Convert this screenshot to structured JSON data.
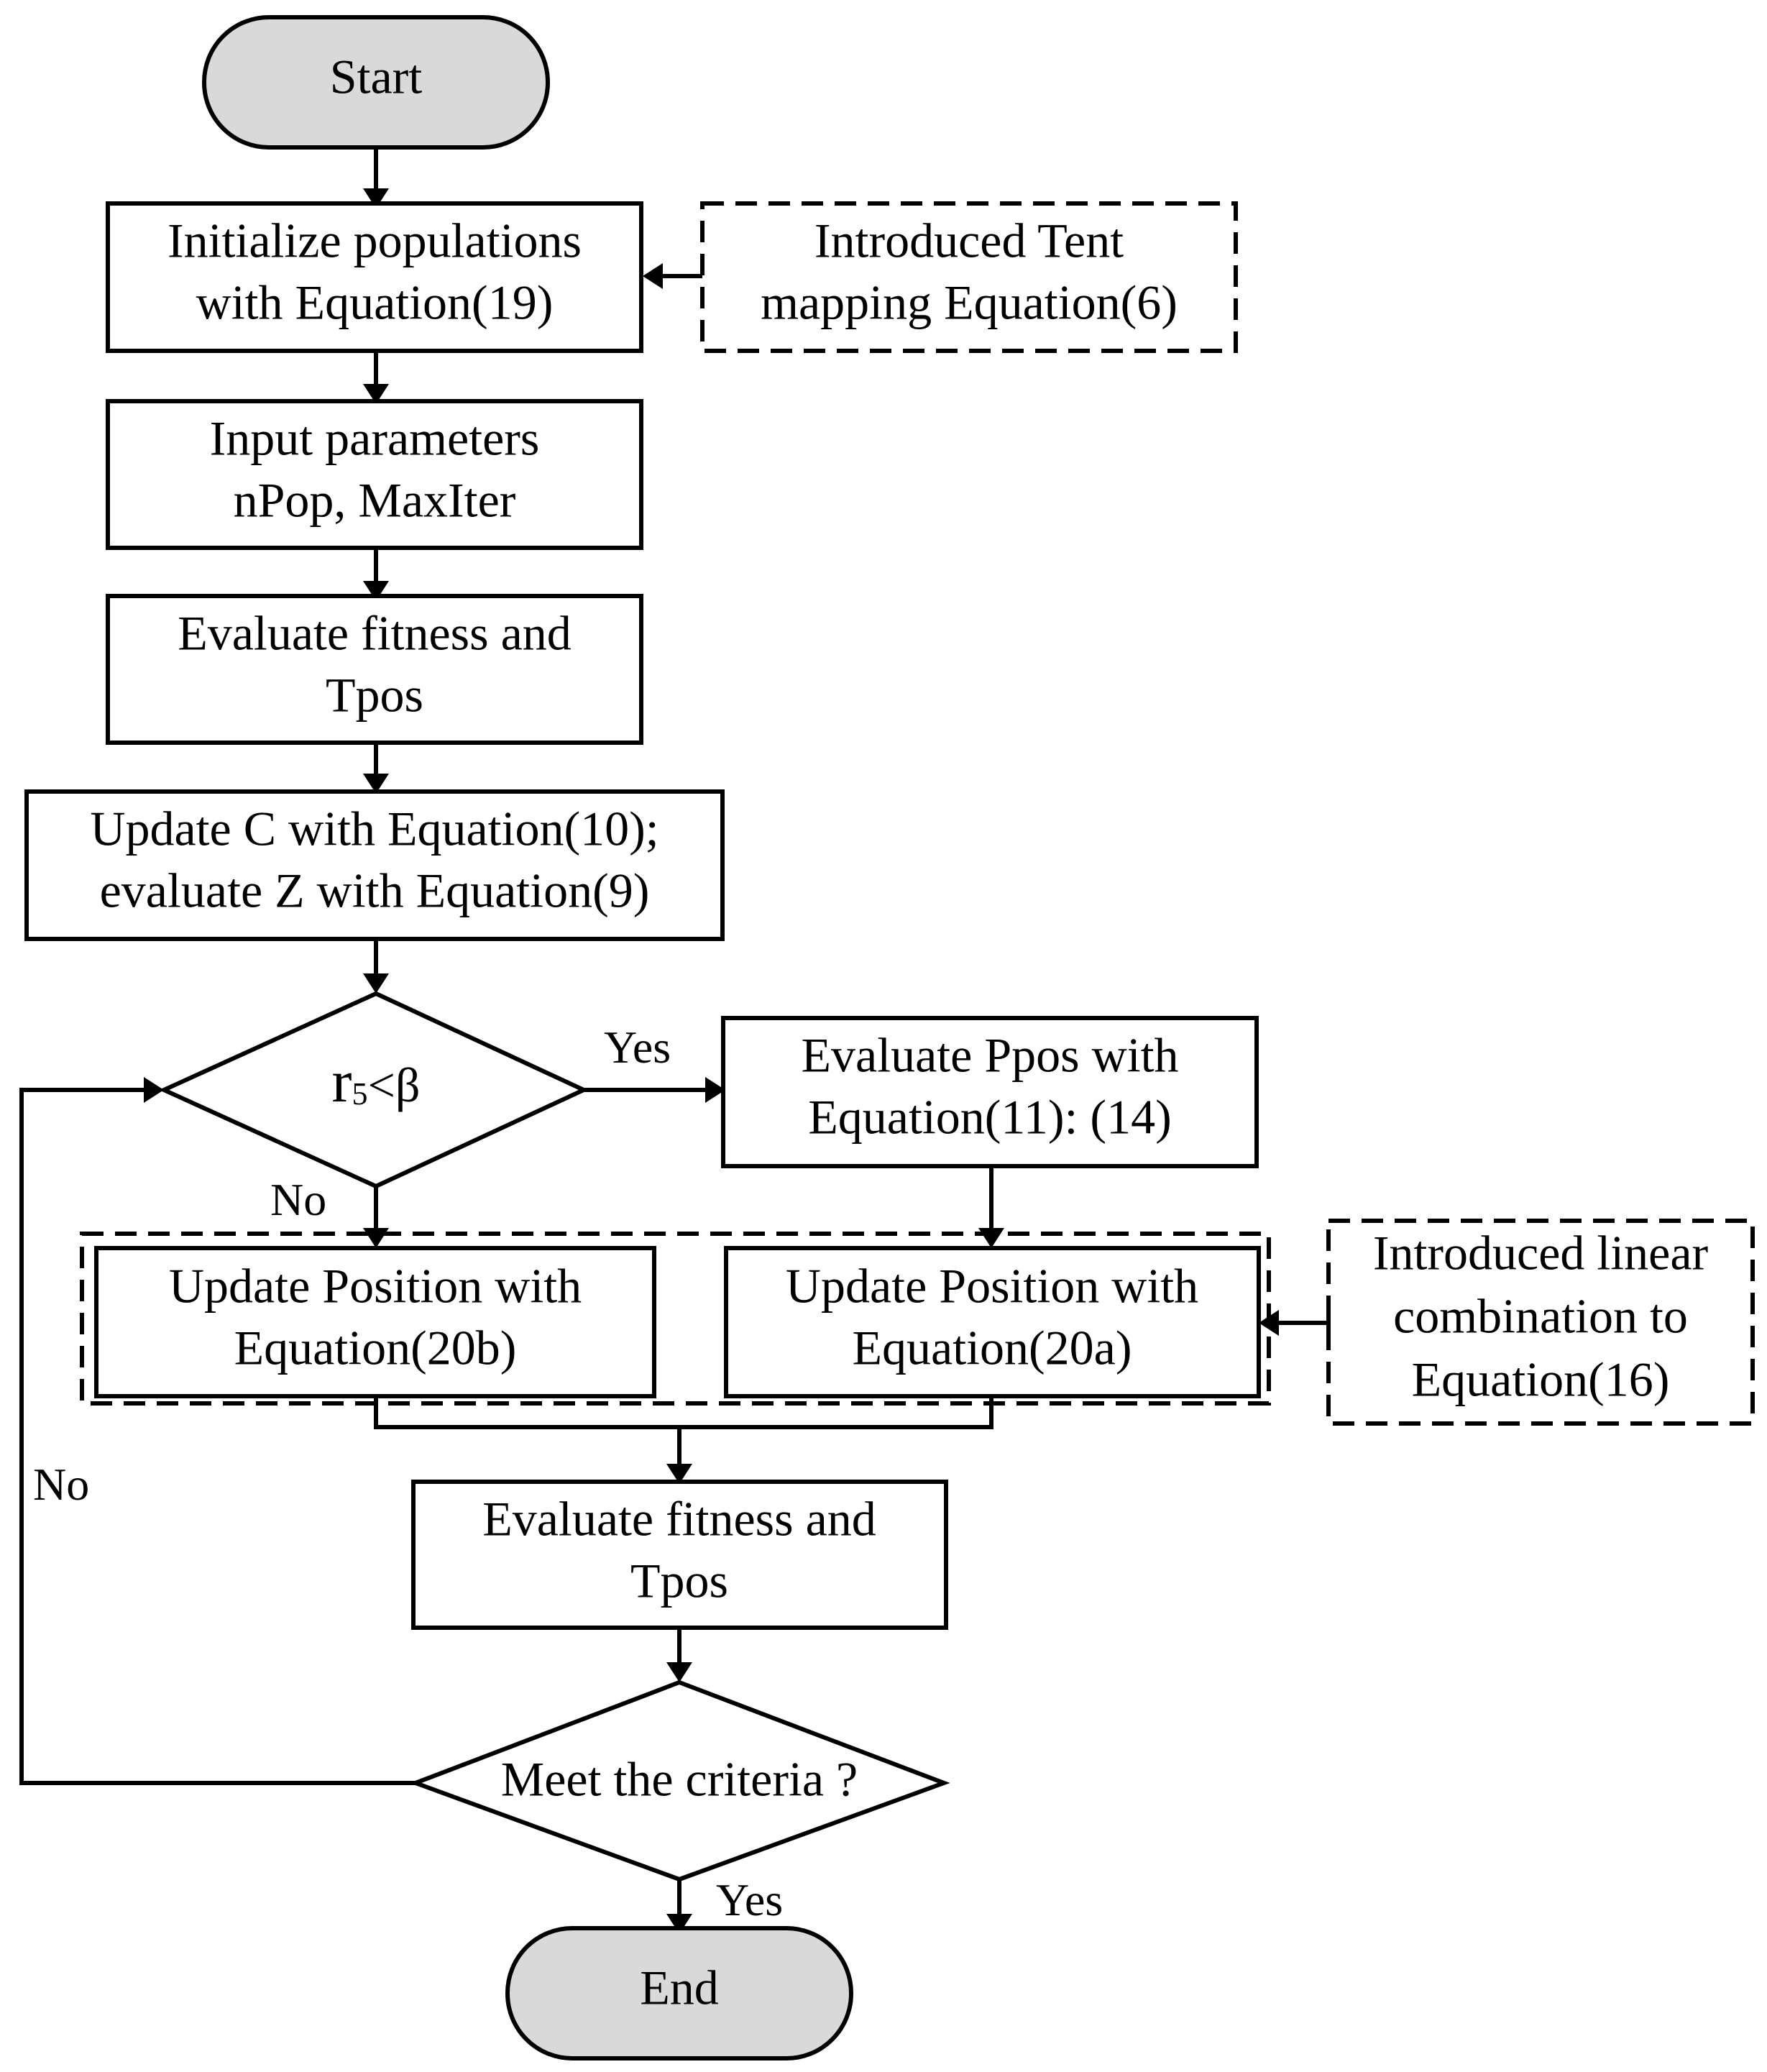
{
  "flowchart": {
    "start": "Start",
    "end": "End",
    "init": [
      "Initialize populations",
      "with Equation(19)"
    ],
    "tent": [
      "Introduced Tent",
      "mapping Equation(6)"
    ],
    "input": [
      "Input parameters",
      "nPop, MaxIter"
    ],
    "eval1": [
      "Evaluate  fitness and",
      "Tpos"
    ],
    "update_c": [
      "Update C with Equation(10);",
      "evaluate Z with Equation(9)"
    ],
    "decision1": {
      "main": "r",
      "sub": "5",
      "rest": "<β"
    },
    "ppos": [
      "Evaluate Ppos with",
      "Equation(11): (14)"
    ],
    "pos_b": [
      "Update Position with",
      "Equation(20b)"
    ],
    "pos_a": [
      "Update Position with",
      "Equation(20a)"
    ],
    "linear": [
      "Introduced linear",
      "combination to",
      "Equation(16)"
    ],
    "eval2": [
      "Evaluate  fitness and",
      "Tpos"
    ],
    "decision2": "Meet the criteria ?",
    "labels": {
      "yes1": "Yes",
      "no1": "No",
      "no2": "No",
      "yes2": "Yes"
    }
  }
}
